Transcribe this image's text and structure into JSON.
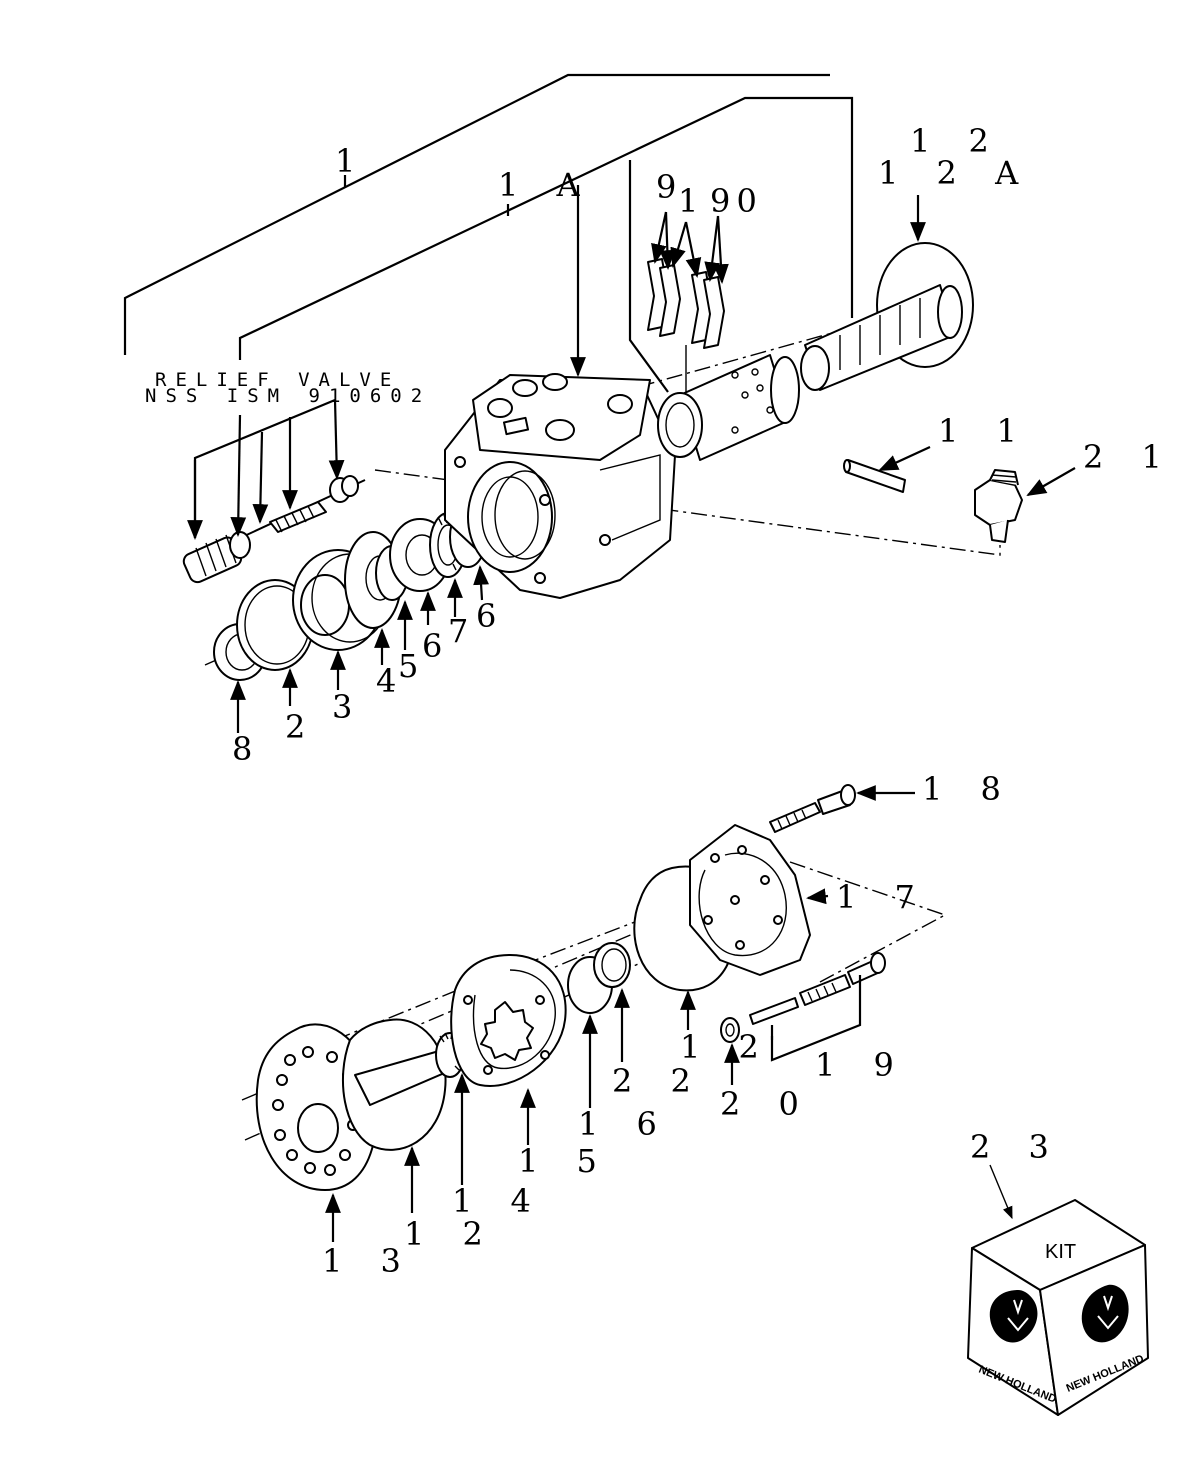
{
  "labels": {
    "l1": "1",
    "l1a": "1 A",
    "l12top": "1 2",
    "l12a": "1 2 A",
    "l9a": "9",
    "l10": "1 0",
    "l9b": "9",
    "l11": "1 1",
    "l21": "2 1",
    "l8": "8",
    "l2": "2",
    "l3": "3",
    "l4": "4",
    "l5": "5",
    "l6a": "6",
    "l7": "7",
    "l6b": "6",
    "l18": "1 8",
    "l17": "1 7",
    "l12mid": "1 2",
    "l22": "2 2",
    "l20": "2 0",
    "l19": "1 9",
    "l16": "1 6",
    "l15": "1 5",
    "l14": "1 4",
    "l12low": "1 2",
    "l13": "1 3",
    "l23": "2 3"
  },
  "notes": {
    "relief_valve": "RELIEF VALVE",
    "nss_ism": "NSS ISM 910602"
  },
  "kit": {
    "label": "KIT",
    "brand_left": "NEW HOLLAND",
    "brand_right": "NEW HOLLAND"
  }
}
